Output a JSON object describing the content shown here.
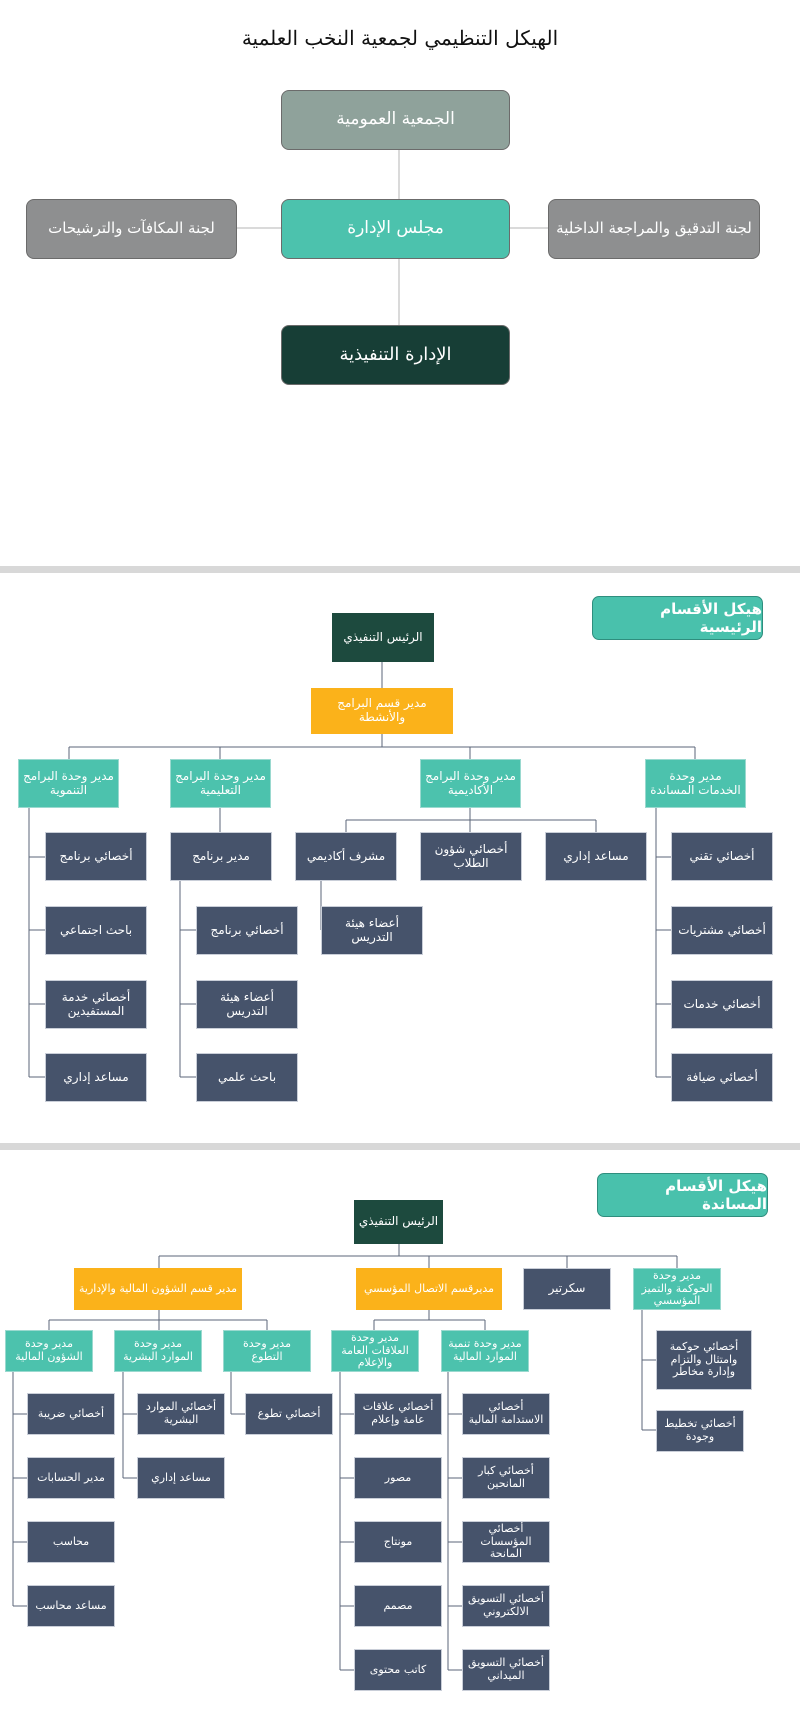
{
  "page_title": "الهيكل التنظيمي لجمعية النخب العلمية",
  "governance": {
    "general_assembly": "الجمعية العمومية",
    "board": "مجلس الإدارة",
    "audit_committee": "لجنة التدقيق والمراجعة الداخلية",
    "rewards_committee": "لجنة المكافآت والترشيحات",
    "executive_management": "الإدارة التنفيذية"
  },
  "main_sections": {
    "label": "هيكل الأقسام الرئيسية",
    "ceo": "الرئيس التنفيذي",
    "programs_manager": "مدير قسم البرامج والأنشطة",
    "units": {
      "support_services": "مدير وحدة الخدمات المساندة",
      "academic_programs": "مدير وحدة البرامج الأكاديمية",
      "educational_programs": "مدير وحدة البرامج التعليمية",
      "development_programs": "مدير وحدة البرامج التنموية"
    },
    "support_services_staff": [
      "أخصائي تقني",
      "أخصائي مشتريات",
      "أخصائي خدمات",
      "أخصائي ضيافة"
    ],
    "academic_staff": {
      "admin_assistant": "مساعد إداري",
      "student_affairs": "أخصائي شؤون الطلاب",
      "academic_supervisor": "مشرف أكاديمي",
      "faculty": "أعضاء هيئة التدريس"
    },
    "educational_staff": {
      "program_manager": "مدير برنامج",
      "children": [
        "أخصائي برنامج",
        "أعضاء هيئة التدريس",
        "باحث علمي"
      ]
    },
    "development_staff": [
      "أخصائي برنامج",
      "باحث اجتماعي",
      "أخصائي خدمة المستفيدين",
      "مساعد إداري"
    ]
  },
  "support_sections": {
    "label": "هيكل الأقسام المساندة",
    "ceo": "الرئيس التنفيذي",
    "governance_unit": "مدير وحدة الحوكمة والتميز المؤسسي",
    "governance_staff": [
      "أخصائي حوكمة وامتثال والتزام وإدارة مخاطر",
      "أخصائي تخطيط وجودة"
    ],
    "secretary": "سكرتير",
    "communication_manager": "مديرقسم الاتصال المؤسسي",
    "finance_admin_manager": "مدير قسم الشؤون المالية والإدارية",
    "units": {
      "financial_resources_development": "مدير وحدة تنمية الموارد المالية",
      "public_relations_media": "مدير وحدة العلاقات العامة والإعلام",
      "volunteering": "مدير وحدة التطوع",
      "human_resources": "مدير وحدة الموارد البشرية",
      "financial_affairs": "مدير وحدة الشؤون المالية"
    },
    "financial_resources_staff": [
      "أخصائي الاستدامة المالية",
      "أخصائي كبار المانحين",
      "أخصائي المؤسسات المانحة",
      "أخصائي التسويق الالكتروني",
      "أخصائي التسويق الميداني"
    ],
    "pr_media_staff": [
      "أخصائي علاقات عامة وإعلام",
      "مصور",
      "مونتاج",
      "مصمم",
      "كاتب محتوى"
    ],
    "volunteering_staff": [
      "أخصائي تطوع"
    ],
    "hr_staff": [
      "أخصائي الموارد البشرية",
      "مساعد إداري"
    ],
    "financial_affairs_staff": [
      "أخصائي ضريبة",
      "مدير الحسابات",
      "محاسب",
      "مساعد محاسب"
    ]
  }
}
